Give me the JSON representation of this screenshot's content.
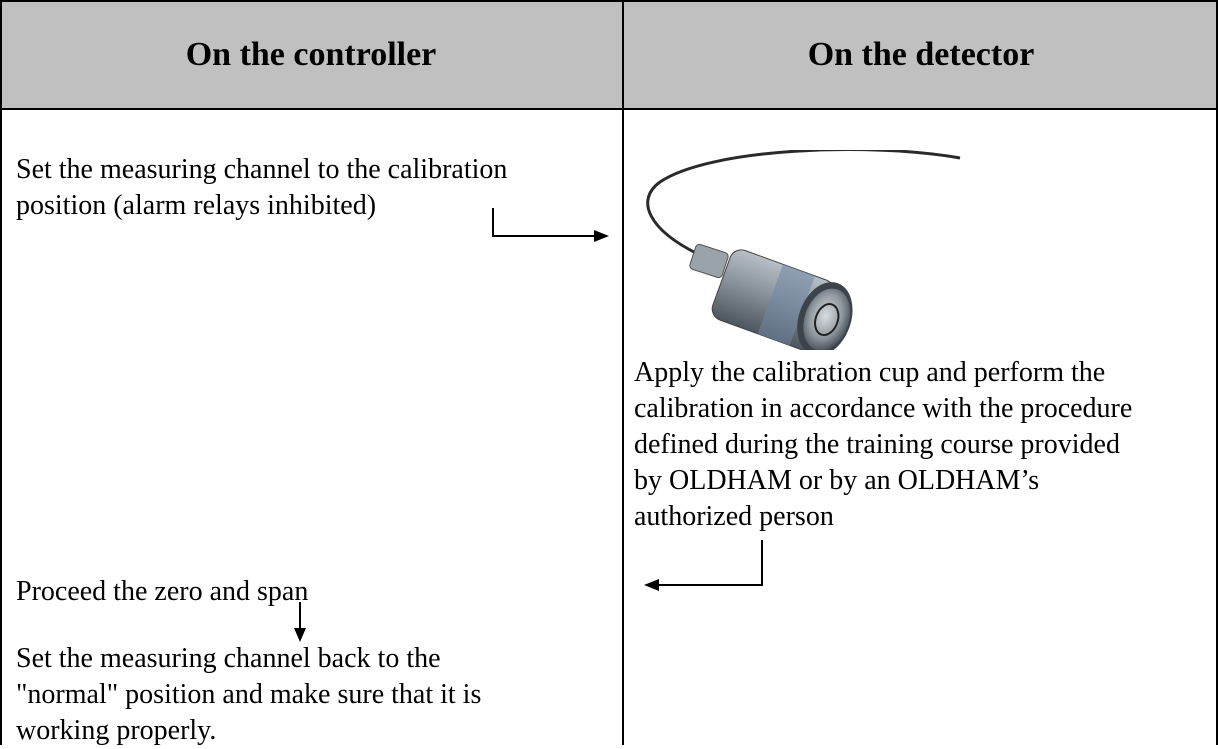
{
  "header": {
    "controller": "On the controller",
    "detector": "On the detector"
  },
  "controller": {
    "step1": [
      "Set the measuring channel to the calibration",
      "position (alarm relays inhibited)"
    ],
    "step2": "Proceed the zero and span",
    "step3": [
      "Set the measuring channel back to the",
      "\"normal\" position and make sure that it is",
      "working properly."
    ]
  },
  "detector": {
    "image_label": "gas-detector-photo",
    "step": [
      "Apply the calibration cup and perform the",
      "calibration in accordance with the procedure",
      "defined during the training course provided",
      "by OLDHAM or by an OLDHAM’s",
      "authorized person"
    ]
  }
}
